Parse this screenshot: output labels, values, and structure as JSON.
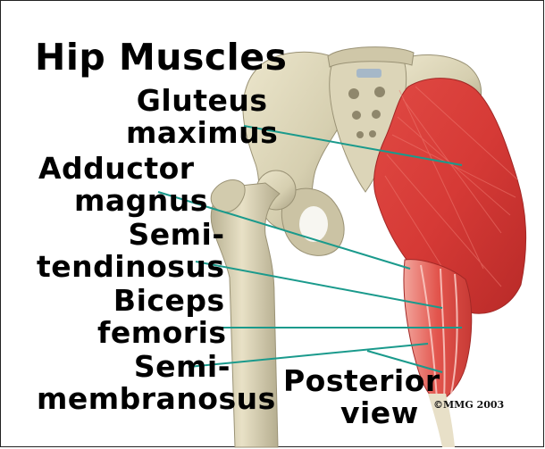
{
  "title": "Hip Muscles",
  "labels": {
    "gluteus_line1": "Gluteus",
    "gluteus_line2": "maximus",
    "adductor_line1": "Adductor",
    "adductor_line2": "magnus",
    "semitendinosus_line1": "Semi-",
    "semitendinosus_line2": "tendinosus",
    "biceps_line1": "Biceps",
    "biceps_line2": "femoris",
    "semimembranosus_line1": "Semi-",
    "semimembranosus_line2": "membranosus",
    "view_line1": "Posterior",
    "view_line2": "view"
  },
  "copyright": "©MMG 2003",
  "colors": {
    "bone": "#d9d2b4",
    "bone_shadow": "#a59d7f",
    "muscle": "#d83a38",
    "muscle_light": "#ee7a70",
    "leader_line": "#1a9a8c"
  }
}
